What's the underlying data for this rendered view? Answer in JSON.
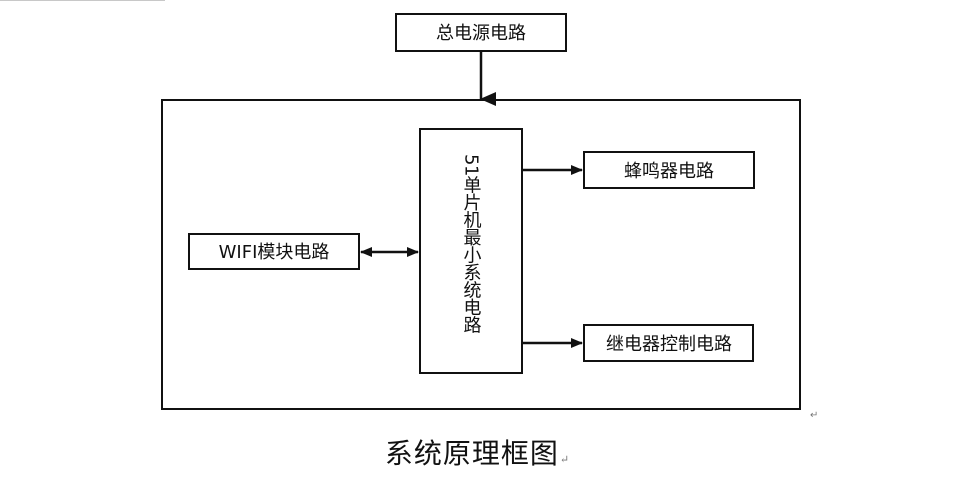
{
  "nodes": {
    "power": "总电源电路",
    "mcu": "51单片机最小系统电路",
    "wifi": "WIFI模块电路",
    "buzzer": "蜂鸣器电路",
    "relay": "继电器控制电路"
  },
  "caption": "系统原理框图",
  "return_mark": "↵",
  "colors": {
    "stroke": "#111111",
    "background": "#ffffff"
  }
}
